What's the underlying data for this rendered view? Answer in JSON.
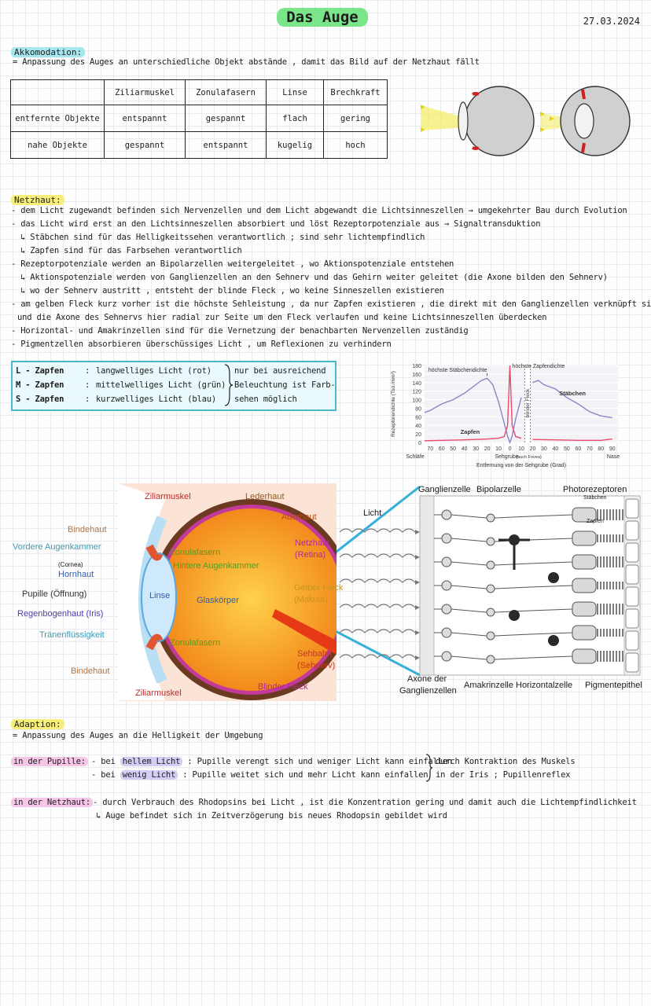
{
  "header": {
    "title": "Das Auge",
    "date": "27.03.2024"
  },
  "akkommodation": {
    "heading": "Akkomodation:",
    "definition": "= Anpassung des Auges an unterschiedliche Objekt abstände , damit das Bild auf der Netzhaut fällt",
    "table": {
      "columns": [
        "",
        "Ziliarmuskel",
        "Zonulafasern",
        "Linse",
        "Brechkraft"
      ],
      "rows": [
        [
          "entfernte Objekte",
          "entspannt",
          "gespannt",
          "flach",
          "gering"
        ],
        [
          "nahe Objekte",
          "gespannt",
          "entspannt",
          "kugelig",
          "hoch"
        ]
      ]
    }
  },
  "netzhaut": {
    "heading": "Netzhaut:",
    "lines": [
      "- dem Licht zugewandt befinden sich Nervenzellen und dem Licht abgewandt die Lichtsinneszellen → umgekehrter Bau durch Evolution",
      "- das Licht wird erst an den Lichtsinneszellen absorbiert und löst Rezeptorpotenziale aus → Signaltransduktion",
      "↳ Stäbchen sind für das Helligkeitssehen verantwortlich ; sind sehr lichtempfindlich",
      "↳ Zapfen sind für das Farbsehen verantwortlich",
      "- Rezeptorpotenziale werden an Bipolarzellen weitergeleitet , wo Aktionspotenziale entstehen",
      "↳ Aktionspotenziale werden von Ganglienzellen an den Sehnerv und das Gehirn weiter geleitet (die Axone bilden den Sehnerv)",
      "↳ wo der Sehnerv austritt , entsteht der blinde Fleck , wo keine Sinneszellen existieren",
      "- am gelben Fleck kurz vorher ist die höchste Sehleistung , da nur Zapfen existieren , die direkt mit den Ganglienzellen verknüpft sind",
      "und die Axone des Sehnervs hier radial zur Seite um den Fleck verlaufen und keine Lichtsinneszellen überdecken",
      "- Horizontal- und Amakrinzellen sind für die Vernetzung der benachbarten Nervenzellen zuständig",
      "- Pigmentzellen absorbieren überschüssiges Licht , um Reflexionen zu verhindern"
    ],
    "cones": [
      {
        "name": "L - Zapfen",
        "desc": "langwelliges Licht (rot)"
      },
      {
        "name": "M - Zapfen",
        "desc": "mittelwelliges Licht (grün)"
      },
      {
        "name": "S - Zapfen",
        "desc": "kurzwelliges Licht (blau)"
      }
    ],
    "cone_note": [
      "nur bei ausreichend",
      "Beleuchtung ist Farb-",
      "sehen möglich"
    ],
    "colors": {
      "teal": "#49b9c9",
      "cone_bg": "#eafafc"
    }
  },
  "chart_data": {
    "type": "line",
    "ylabel": "Rezeptorendichte (Tsd./mm²)",
    "xlabel": "Entfernung von der Sehgrube (Grad)",
    "x_ticks": [
      "70",
      "60",
      "50",
      "40",
      "30",
      "20",
      "10",
      "0",
      "10",
      "20",
      "30",
      "40",
      "50",
      "60",
      "70",
      "80",
      "90"
    ],
    "y_ticks": [
      0,
      20,
      40,
      60,
      80,
      100,
      120,
      140,
      160,
      180
    ],
    "ylim": [
      0,
      180
    ],
    "x_left_label": "Schläfe",
    "x_center_label": "Sehgrube",
    "x_center_note": "(auch Fovea)",
    "x_right_label": "Nase",
    "annotations": {
      "rod_peak": "höchste Stäbchendichte",
      "cone_peak": "höchste Zapfendichte",
      "blind_spot": "blinder Fleck"
    },
    "series": [
      {
        "name": "Stäbchen",
        "color": "#8a84c4",
        "x": [
          -75,
          -70,
          -60,
          -50,
          -40,
          -30,
          -25,
          -20,
          -15,
          -10,
          -5,
          -2,
          0,
          2,
          5,
          10,
          15,
          20,
          25,
          30,
          40,
          50,
          60,
          70,
          80,
          90
        ],
        "y": [
          70,
          75,
          90,
          100,
          115,
          135,
          145,
          150,
          135,
          95,
          45,
          15,
          0,
          15,
          55,
          105,
          null,
          140,
          145,
          135,
          125,
          105,
          90,
          72,
          62,
          58
        ]
      },
      {
        "name": "Zapfen",
        "color": "#e84a6c",
        "x": [
          -75,
          -60,
          -40,
          -20,
          -10,
          -5,
          -2,
          0,
          2,
          5,
          10,
          15,
          20,
          40,
          60,
          80,
          90
        ],
        "y": [
          4,
          5,
          6,
          8,
          10,
          14,
          40,
          180,
          40,
          14,
          10,
          null,
          7,
          6,
          5,
          5,
          8
        ]
      }
    ]
  },
  "anatomy": {
    "labels": {
      "ziliarmuskel_top": "Ziliarmuskel",
      "lederhaut": "Lederhaut",
      "bindehaut_top": "Bindehaut",
      "aderhaut": "Aderhaut",
      "vordere_kammer": "Vordere Augenkammer",
      "zonulafasern_top": "Zonulafasern",
      "netzhaut": "Netzhaut",
      "retina": "(Retina)",
      "cornea": "(Cornea)",
      "hornhaut": "Hornhaut",
      "hintere_kammer": "Hintere Augenkammer",
      "linse": "Linse",
      "glaskoerper": "Glaskörper",
      "pupille": "Pupille (Öffnung)",
      "gelber_fleck": "Gelber Fleck",
      "makula": "(Makula)",
      "iris": "Regenbogenhaut (Iris)",
      "traenen": "Tränenflüssigkeit",
      "zonulafasern_bottom": "Zonulafasern",
      "sehbahn": "Sehbahn",
      "sehnerv": "(Sehnerv)",
      "bindehaut_bottom": "Bindehaut",
      "ziliarmuskel_bottom": "Ziliarmuskel",
      "blinder_fleck": "Blinder Fleck"
    }
  },
  "retina_diagram": {
    "licht": "Licht",
    "ganglienzelle": "Ganglienzelle",
    "bipolarzelle": "Bipolarzelle",
    "photorezeptoren": "Photorezeptoren",
    "staebchen": "Stäbchen",
    "zapfen": "Zapfen",
    "axone": "Axone der",
    "axone2": "Ganglienzellen",
    "amakrinzelle": "Amakrinzelle",
    "horizontalzelle": "Horizontalzelle",
    "pigmentepithel": "Pigmentepithel"
  },
  "adaption": {
    "heading": "Adaption:",
    "definition": "= Anpassung des Auges an die Helligkeit der Umgebung",
    "pupille_label": "in der Pupille:",
    "pupille_rows": [
      {
        "prefix": "- bei",
        "key": "hellem Licht",
        "text": ": Pupille verengt sich und weniger Licht kann einfallen"
      },
      {
        "prefix": "- bei",
        "key": "wenig Licht",
        "text": ": Pupille weitet sich und mehr Licht kann einfallen"
      }
    ],
    "pupille_note": [
      "durch Kontraktion des Muskels",
      "in der Iris ; Pupillenreflex"
    ],
    "netzhaut_label": "in der Netzhaut:",
    "netzhaut_lines": [
      "- durch Verbrauch des Rhodopsins bei Licht , ist die Konzentration gering und damit auch die Lichtempfindlichkeit",
      "↳ Auge befindet sich in Zeitverzögerung bis neues Rhodopsin gebildet wird"
    ],
    "colors": {
      "pupille": "#f5c6e8",
      "key": "#d6cdf5",
      "highlight": "#f7ef7a"
    }
  }
}
